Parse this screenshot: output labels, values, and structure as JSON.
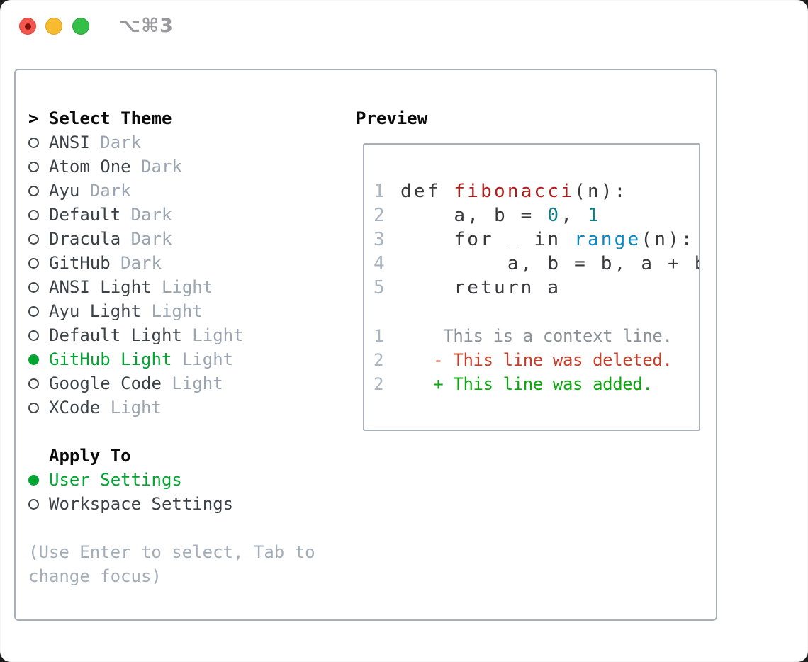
{
  "titlebar": {
    "shortcut": "⌥⌘3",
    "traffic_lights": [
      {
        "name": "close",
        "color": "#f4554d"
      },
      {
        "name": "minimize",
        "color": "#f6bb2f"
      },
      {
        "name": "zoom",
        "color": "#34c048"
      }
    ]
  },
  "theme_list": {
    "header_prefix": ">",
    "header": "Select Theme",
    "items": [
      {
        "name": "ANSI",
        "variant": "Dark",
        "selected": false
      },
      {
        "name": "Atom One",
        "variant": "Dark",
        "selected": false
      },
      {
        "name": "Ayu",
        "variant": "Dark",
        "selected": false
      },
      {
        "name": "Default",
        "variant": "Dark",
        "selected": false
      },
      {
        "name": "Dracula",
        "variant": "Dark",
        "selected": false
      },
      {
        "name": "GitHub",
        "variant": "Dark",
        "selected": false
      },
      {
        "name": "ANSI Light",
        "variant": "Light",
        "selected": false
      },
      {
        "name": "Ayu Light",
        "variant": "Light",
        "selected": false
      },
      {
        "name": "Default Light",
        "variant": "Light",
        "selected": false
      },
      {
        "name": "GitHub Light",
        "variant": "Light",
        "selected": true
      },
      {
        "name": "Google Code",
        "variant": "Light",
        "selected": false
      },
      {
        "name": "XCode",
        "variant": "Light",
        "selected": false
      }
    ]
  },
  "apply_to": {
    "header": "Apply To",
    "options": [
      {
        "label": "User Settings",
        "selected": true
      },
      {
        "label": "Workspace Settings",
        "selected": false
      }
    ]
  },
  "hint": "(Use Enter to select, Tab to change focus)",
  "preview": {
    "title": "Preview",
    "code_lines": [
      {
        "num": "1",
        "segments": [
          {
            "text": "def ",
            "style": "fg"
          },
          {
            "text": "fibonacci",
            "style": "func"
          },
          {
            "text": "(n):",
            "style": "fg"
          }
        ]
      },
      {
        "num": "2",
        "segments": [
          {
            "text": "    a, b = ",
            "style": "fg"
          },
          {
            "text": "0",
            "style": "num"
          },
          {
            "text": ", ",
            "style": "fg"
          },
          {
            "text": "1",
            "style": "num"
          }
        ]
      },
      {
        "num": "3",
        "segments": [
          {
            "text": "    for _ in ",
            "style": "fg"
          },
          {
            "text": "range",
            "style": "builtin"
          },
          {
            "text": "(n):",
            "style": "fg"
          }
        ]
      },
      {
        "num": "4",
        "segments": [
          {
            "text": "        a, b = b, a + b",
            "style": "fg"
          }
        ]
      },
      {
        "num": "5",
        "segments": [
          {
            "text": "    return a",
            "style": "fg"
          }
        ]
      }
    ],
    "diff_lines": [
      {
        "num": "1",
        "type": "context",
        "marker": "",
        "text": "This is a context line."
      },
      {
        "num": "2",
        "type": "deleted",
        "marker": "-",
        "text": "This line was deleted."
      },
      {
        "num": "2",
        "type": "added",
        "marker": "+",
        "text": "This line was added."
      }
    ]
  },
  "colors": {
    "selection_green": "#00a532",
    "added_green": "#0da60f",
    "deleted_red": "#c5402b",
    "context_gray": "#8a9199",
    "function_red": "#ae1f1c",
    "number_teal": "#0d7d87",
    "builtin_blue": "#0c86c4",
    "code_foreground": "#37393d",
    "line_number_gray": "#a9b3c0",
    "panel_border": "#a7afb9"
  }
}
